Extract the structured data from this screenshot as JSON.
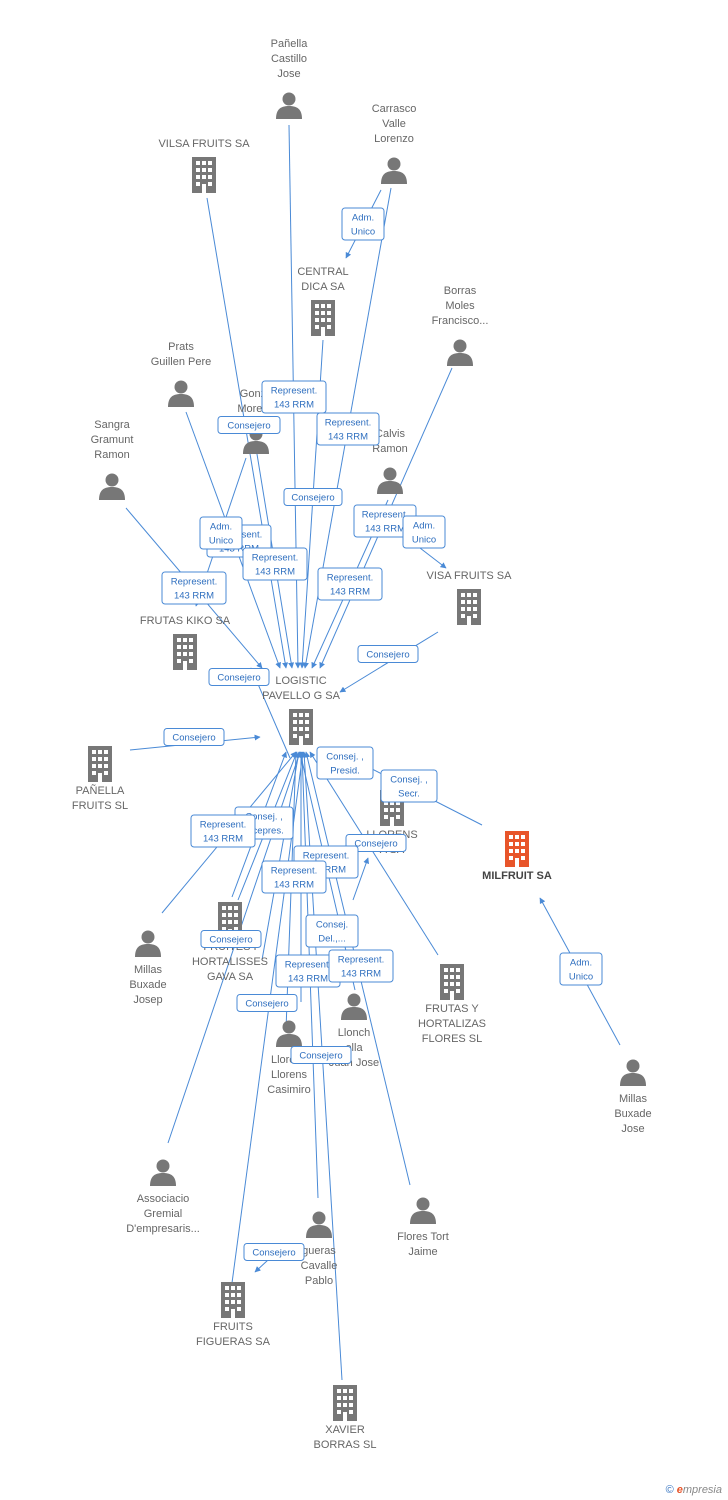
{
  "colors": {
    "edge": "#4a8ad6",
    "icon": "#777777",
    "focus": "#e8552a",
    "label": "#666666"
  },
  "nodes": [
    {
      "id": "panella_castillo",
      "type": "person",
      "lines": [
        "Pañella",
        "Castillo",
        "Jose"
      ]
    },
    {
      "id": "carrasco",
      "type": "person",
      "lines": [
        "Carrasco",
        "Valle",
        "Lorenzo"
      ]
    },
    {
      "id": "vilsa",
      "type": "company",
      "lines": [
        "VILSA FRUITS SA"
      ]
    },
    {
      "id": "central_dica",
      "type": "company",
      "lines": [
        "CENTRAL",
        "DICA SA"
      ]
    },
    {
      "id": "borras_moles",
      "type": "person",
      "lines": [
        "Borras",
        "Moles",
        "Francisco..."
      ]
    },
    {
      "id": "prats",
      "type": "person",
      "lines": [
        "Prats",
        "Guillen Pere"
      ]
    },
    {
      "id": "gonzalez",
      "type": "person",
      "lines": [
        "Gonza",
        "Moreno"
      ]
    },
    {
      "id": "sangra",
      "type": "person",
      "lines": [
        "Sangra",
        "Gramunt",
        "Ramon"
      ]
    },
    {
      "id": "calvis",
      "type": "person",
      "lines": [
        "Calvis",
        "Ramon"
      ]
    },
    {
      "id": "visa",
      "type": "company",
      "lines": [
        "VISA FRUITS SA"
      ]
    },
    {
      "id": "frutas_kiko",
      "type": "company",
      "lines": [
        "FRUTAS KIKO SA"
      ]
    },
    {
      "id": "logistic",
      "type": "company",
      "lines": [
        "LOGISTIC",
        "PAVELLO G SA"
      ]
    },
    {
      "id": "panella_fruits",
      "type": "company",
      "lines": [
        "PAÑELLA",
        "FRUITS  SL"
      ]
    },
    {
      "id": "llorens_sa",
      "type": "company",
      "lines": [
        "LLORENS",
        "A SA"
      ]
    },
    {
      "id": "milfruit",
      "type": "focus",
      "lines": [
        "MILFRUIT SA"
      ]
    },
    {
      "id": "millas_buxade_left",
      "type": "person",
      "lines": [
        "Millas",
        "Buxade",
        "Josep"
      ]
    },
    {
      "id": "fruites_hortalisses",
      "type": "company",
      "lines": [
        "FRUITES I",
        "HORTALISSES",
        "GAVA SA"
      ]
    },
    {
      "id": "frutas_hortalizas",
      "type": "company",
      "lines": [
        "FRUTAS Y",
        "HORTALIZAS",
        "FLORES SL"
      ]
    },
    {
      "id": "llonch",
      "type": "person",
      "lines": [
        "Llonch",
        "ella",
        "Juan Jose"
      ]
    },
    {
      "id": "llorens_casimiro",
      "type": "person",
      "lines": [
        "Llorens",
        "Llorens",
        "Casimiro"
      ]
    },
    {
      "id": "millas_buxade_right",
      "type": "person",
      "lines": [
        "Millas",
        "Buxade",
        "Jose"
      ]
    },
    {
      "id": "associacio",
      "type": "person",
      "lines": [
        "Associacio",
        "Gremial",
        "D'empresaris..."
      ]
    },
    {
      "id": "flores_tort",
      "type": "person",
      "lines": [
        "Flores Tort",
        "Jaime"
      ]
    },
    {
      "id": "figueras_cavalle",
      "type": "person",
      "lines": [
        "gueras",
        "Cavalle",
        "Pablo"
      ]
    },
    {
      "id": "fruits_figueras",
      "type": "company",
      "lines": [
        "FRUITS",
        "FIGUERAS SA"
      ]
    },
    {
      "id": "xavier_borras",
      "type": "company",
      "lines": [
        "XAVIER",
        "BORRAS  SL"
      ]
    }
  ],
  "relations": [
    {
      "id": "r_adm_unico_1",
      "lines": [
        "Adm.",
        "Unico"
      ]
    },
    {
      "id": "r_represent_1",
      "lines": [
        "Represent.",
        "143 RRM"
      ]
    },
    {
      "id": "r_consejero_1",
      "lines": [
        "Consejero"
      ]
    },
    {
      "id": "r_represent_2",
      "lines": [
        "Represent.",
        "143 RRM"
      ]
    },
    {
      "id": "r_consejero_2",
      "lines": [
        "Consejero"
      ]
    },
    {
      "id": "r_represent_3",
      "lines": [
        "Represent.",
        "143 RRM"
      ]
    },
    {
      "id": "r_adm_unico_2",
      "lines": [
        "Adm.",
        "Unico"
      ]
    },
    {
      "id": "r_represent_4",
      "lines": [
        "Represent.",
        "143 RRM"
      ]
    },
    {
      "id": "r_adm_unico_3",
      "lines": [
        "Adm.",
        "Unico"
      ]
    },
    {
      "id": "r_represent_5",
      "lines": [
        "Represent.",
        "143 RRM"
      ]
    },
    {
      "id": "r_represent_6",
      "lines": [
        "Represent.",
        "143 RRM"
      ]
    },
    {
      "id": "r_represent_7",
      "lines": [
        "Represent.",
        "143 RRM"
      ]
    },
    {
      "id": "r_consejero_3",
      "lines": [
        "Consejero"
      ]
    },
    {
      "id": "r_consejero_4",
      "lines": [
        "Consejero"
      ]
    },
    {
      "id": "r_consejero_5",
      "lines": [
        "Consejero"
      ]
    },
    {
      "id": "r_consej_presid",
      "lines": [
        "Consej. ,",
        "Presid."
      ]
    },
    {
      "id": "r_consej_secr",
      "lines": [
        "Consej. ,",
        "Secr."
      ]
    },
    {
      "id": "r_consej_vicepres",
      "lines": [
        "Consej. ,",
        "Vicepres."
      ]
    },
    {
      "id": "r_represent_8",
      "lines": [
        "Represent.",
        "143 RRM"
      ]
    },
    {
      "id": "r_consejero_6",
      "lines": [
        "Consejero"
      ]
    },
    {
      "id": "r_represent_9",
      "lines": [
        "Represent.",
        "143 RRM"
      ]
    },
    {
      "id": "r_represent_10",
      "lines": [
        "Represent.",
        "143 RRM"
      ]
    },
    {
      "id": "r_consej_del",
      "lines": [
        "Consej.",
        "Del.,..."
      ]
    },
    {
      "id": "r_consejero_7",
      "lines": [
        "Consejero"
      ]
    },
    {
      "id": "r_represent_11",
      "lines": [
        "Represent.",
        "143 RRM"
      ]
    },
    {
      "id": "r_represent_12",
      "lines": [
        "Represent.",
        "143 RRM"
      ]
    },
    {
      "id": "r_adm_unico_4",
      "lines": [
        "Adm.",
        "Unico"
      ]
    },
    {
      "id": "r_consejero_8",
      "lines": [
        "Consejero"
      ]
    },
    {
      "id": "r_consejero_9",
      "lines": [
        "Consejero"
      ]
    },
    {
      "id": "r_consejero_10",
      "lines": [
        "Consejero"
      ]
    }
  ],
  "footer": {
    "copyright": "©",
    "brand_e": "e",
    "brand_rest": "mpresia"
  }
}
